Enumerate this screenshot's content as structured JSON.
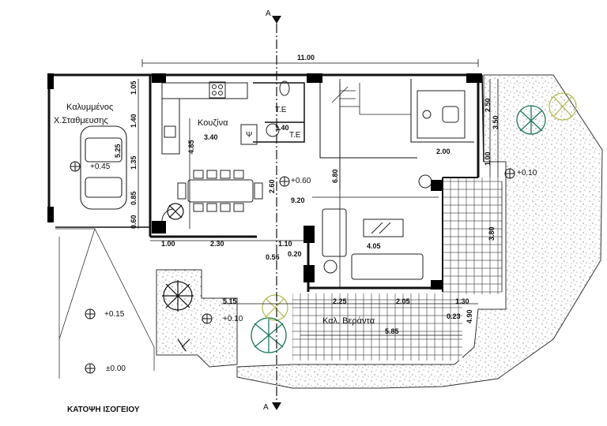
{
  "section_marker": "A",
  "title": "ΚΑΤΟΨΗ ΙΣΟΓΕΙΟΥ",
  "rooms": {
    "parking_line1": "Καλυμμένος",
    "parking_line2": "Χ.Σταθμευσης",
    "kitchen": "Κουζίνα",
    "veranda": "Καλ. Βεράντα",
    "te1": "T.E",
    "te2": "T.E",
    "psi": "Ψ"
  },
  "levels": {
    "parking": "+0.45",
    "living": "+0.60",
    "garden_right": "+0.10",
    "drive": "+0.15",
    "path": "+0.10",
    "entrance": "±0.00"
  },
  "dimensions": {
    "overall": "11.00",
    "d105": "1.05",
    "d140": "1.40",
    "d135": "1.35",
    "d525": "5.25",
    "d085": "0.85",
    "d060": "0.60",
    "d485": "4.85",
    "d340": "3.40",
    "d140b": "1.40",
    "d260": "2.60",
    "d920": "9.20",
    "d680": "6.80",
    "d250": "2.50",
    "d350": "3.50",
    "d100": "1.00",
    "d200": "2.00",
    "d380": "3.80",
    "d100b": "1.00",
    "d230": "2.30",
    "d110": "1.10",
    "d055": "0.55",
    "d020": "0.20",
    "d405": "4.05",
    "d515": "5.15",
    "d225": "2.25",
    "d205": "2.05",
    "d130": "1.30",
    "d023": "0.23",
    "d490": "4.90",
    "d585": "5.85"
  }
}
